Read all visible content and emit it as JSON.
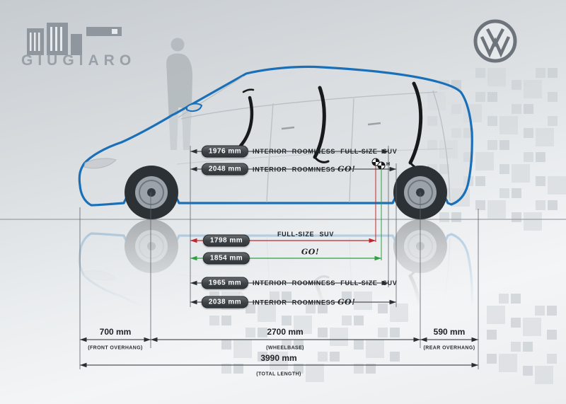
{
  "branding": {
    "designer": "GIUGIARO"
  },
  "colors": {
    "accent_blue": "#1a70b8",
    "suv_red": "#c0272d",
    "go_green": "#2fa043"
  },
  "diagram": {
    "rows": [
      {
        "value": "1976 mm",
        "label": "INTERIOR ROOMINESS FULL-SIZE SUV",
        "script": ""
      },
      {
        "value": "2048 mm",
        "label": "INTERIOR ROOMINESS",
        "script": "GO!"
      },
      {
        "value": "1798 mm",
        "label": "FULL-SIZE SUV",
        "script": "",
        "color": "#c0272d"
      },
      {
        "value": "1854 mm",
        "label": "",
        "script": "GO!",
        "color": "#2fa043"
      },
      {
        "value": "1965 mm",
        "label": "INTERIOR ROOMINESS FULL-SIZE SUV",
        "script": ""
      },
      {
        "value": "2038 mm",
        "label": "INTERIOR ROOMINESS",
        "script": "GO!"
      }
    ],
    "h_point_label": "H",
    "bottom_dims": [
      {
        "value": "700 mm",
        "label": "(FRONT OVERHANG)"
      },
      {
        "value": "2700 mm",
        "label": "(WHEELBASE)"
      },
      {
        "value": "590 mm",
        "label": "(REAR OVERHANG)"
      }
    ],
    "total_dim": {
      "value": "3990 mm",
      "label": "(TOTAL LENGTH)"
    }
  }
}
